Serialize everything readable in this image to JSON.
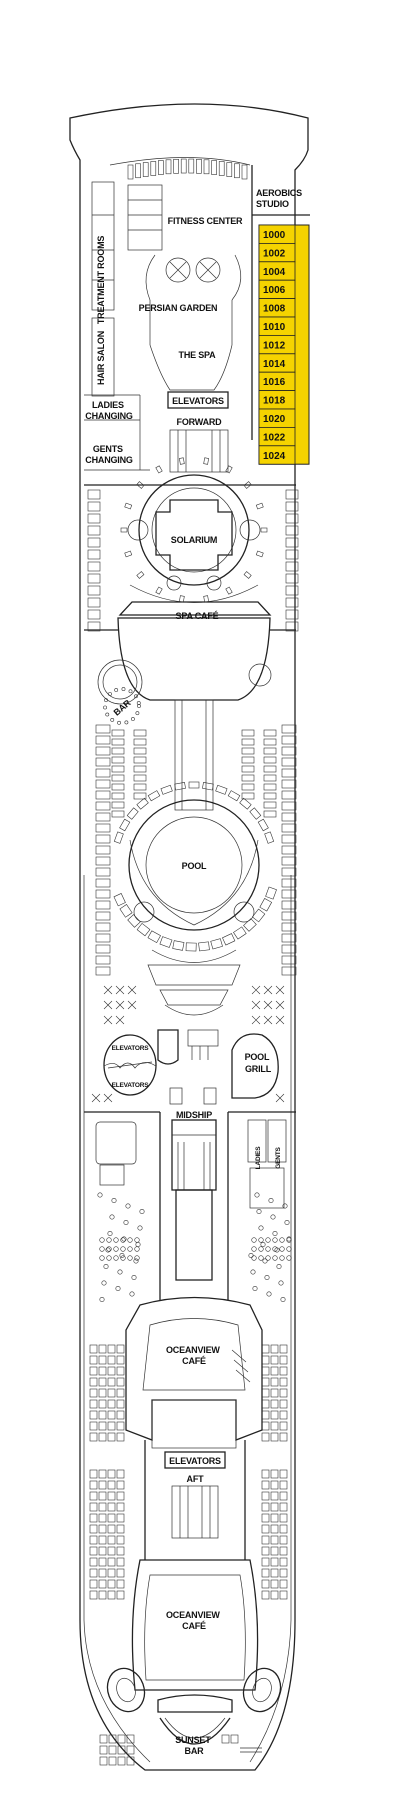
{
  "deck": {
    "labels": {
      "aerobics": [
        "AEROBICS",
        "STUDIO"
      ],
      "fitness": "FITNESS CENTER",
      "treatment": "TREATMENT ROOMS",
      "persian": "PERSIAN GARDEN",
      "hair": "HAIR SALON",
      "spa": "THE SPA",
      "elevators_fwd": "ELEVATORS",
      "ladies_changing": [
        "LADIES",
        "CHANGING"
      ],
      "forward": "FORWARD",
      "gents_changing": [
        "GENTS",
        "CHANGING"
      ],
      "solarium": "SOLARIUM",
      "spa_cafe": "SPA CAFÉ",
      "bar": "BAR",
      "pool": "POOL",
      "elevators_mid_1": "ELEVATORS",
      "elevators_mid_2": "ELEVATORS",
      "pool_grill": [
        "POOL",
        "GRILL"
      ],
      "midship": "MIDSHIP",
      "ladies": "LADIES",
      "gents": "GENTS",
      "oceanview_1": [
        "OCEANVIEW",
        "CAFÉ"
      ],
      "elevators_aft": "ELEVATORS",
      "aft": "AFT",
      "oceanview_2": [
        "OCEANVIEW",
        "CAFÉ"
      ],
      "sunset": [
        "SUNSET",
        "BAR"
      ]
    },
    "cabins": [
      "1000",
      "1002",
      "1004",
      "1006",
      "1008",
      "1010",
      "1012",
      "1014",
      "1016",
      "1018",
      "1020",
      "1022",
      "1024"
    ],
    "colors": {
      "cabin_fill": "#f5d300",
      "line": "#222222"
    }
  }
}
